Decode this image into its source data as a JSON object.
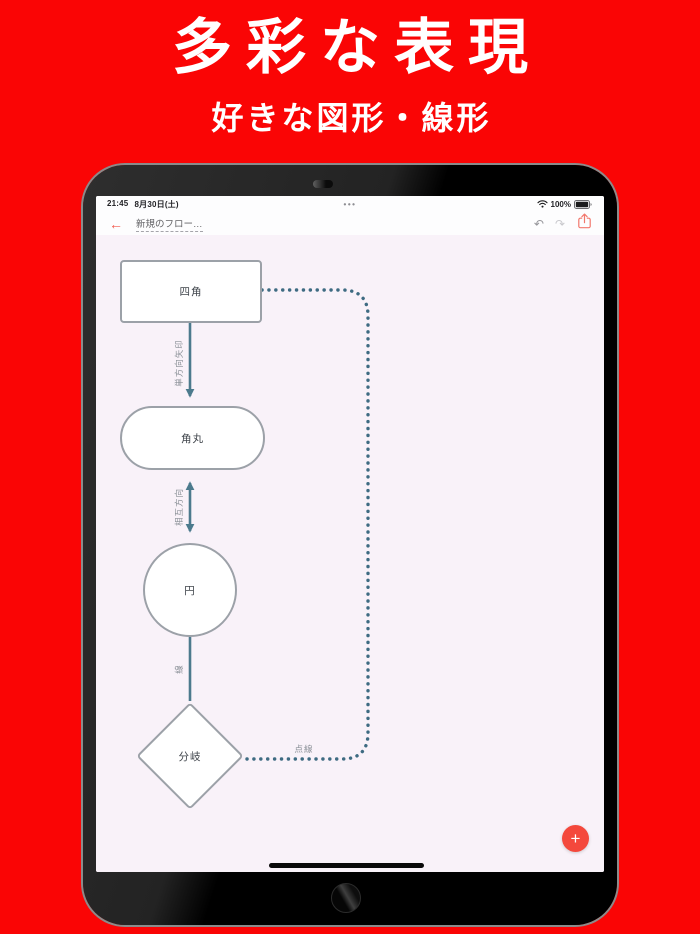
{
  "page": {
    "background_color": "#FA0505"
  },
  "hero": {
    "title": "多彩な表現",
    "subtitle": "好きな図形・線形",
    "text_color": "#FFFFFF"
  },
  "status_bar": {
    "time": "21:45",
    "date": "8月30日(土)",
    "center_dots": "•••",
    "battery_percent": "100%",
    "wifi_icon": "wifi-icon",
    "battery_icon": "battery-icon"
  },
  "toolbar": {
    "back_label": "←",
    "title": "新規のフロー…",
    "undo_label": "↶",
    "redo_label": "↷",
    "share_icon": "share-icon",
    "accent_color": "#F2594C"
  },
  "flowchart": {
    "nodes": [
      {
        "shape": "rectangle",
        "label": "四角"
      },
      {
        "shape": "rounded",
        "label": "角丸"
      },
      {
        "shape": "circle",
        "label": "円"
      },
      {
        "shape": "diamond",
        "label": "分岐"
      }
    ],
    "connectors": [
      {
        "type": "one-way-arrow",
        "label": "単方向矢印"
      },
      {
        "type": "two-way-arrow",
        "label": "相互方向"
      },
      {
        "type": "plain-line",
        "label": "線"
      },
      {
        "type": "dotted-line",
        "label": "点線"
      }
    ],
    "colors": {
      "connector": "#4C7A8D",
      "dotted_line": "#3E6B82",
      "node_border": "#9CA1A8",
      "node_fill": "#FFFFFF",
      "canvas_background": "#F9F2F9"
    }
  },
  "fab": {
    "label": "+",
    "color": "#F4483C"
  }
}
